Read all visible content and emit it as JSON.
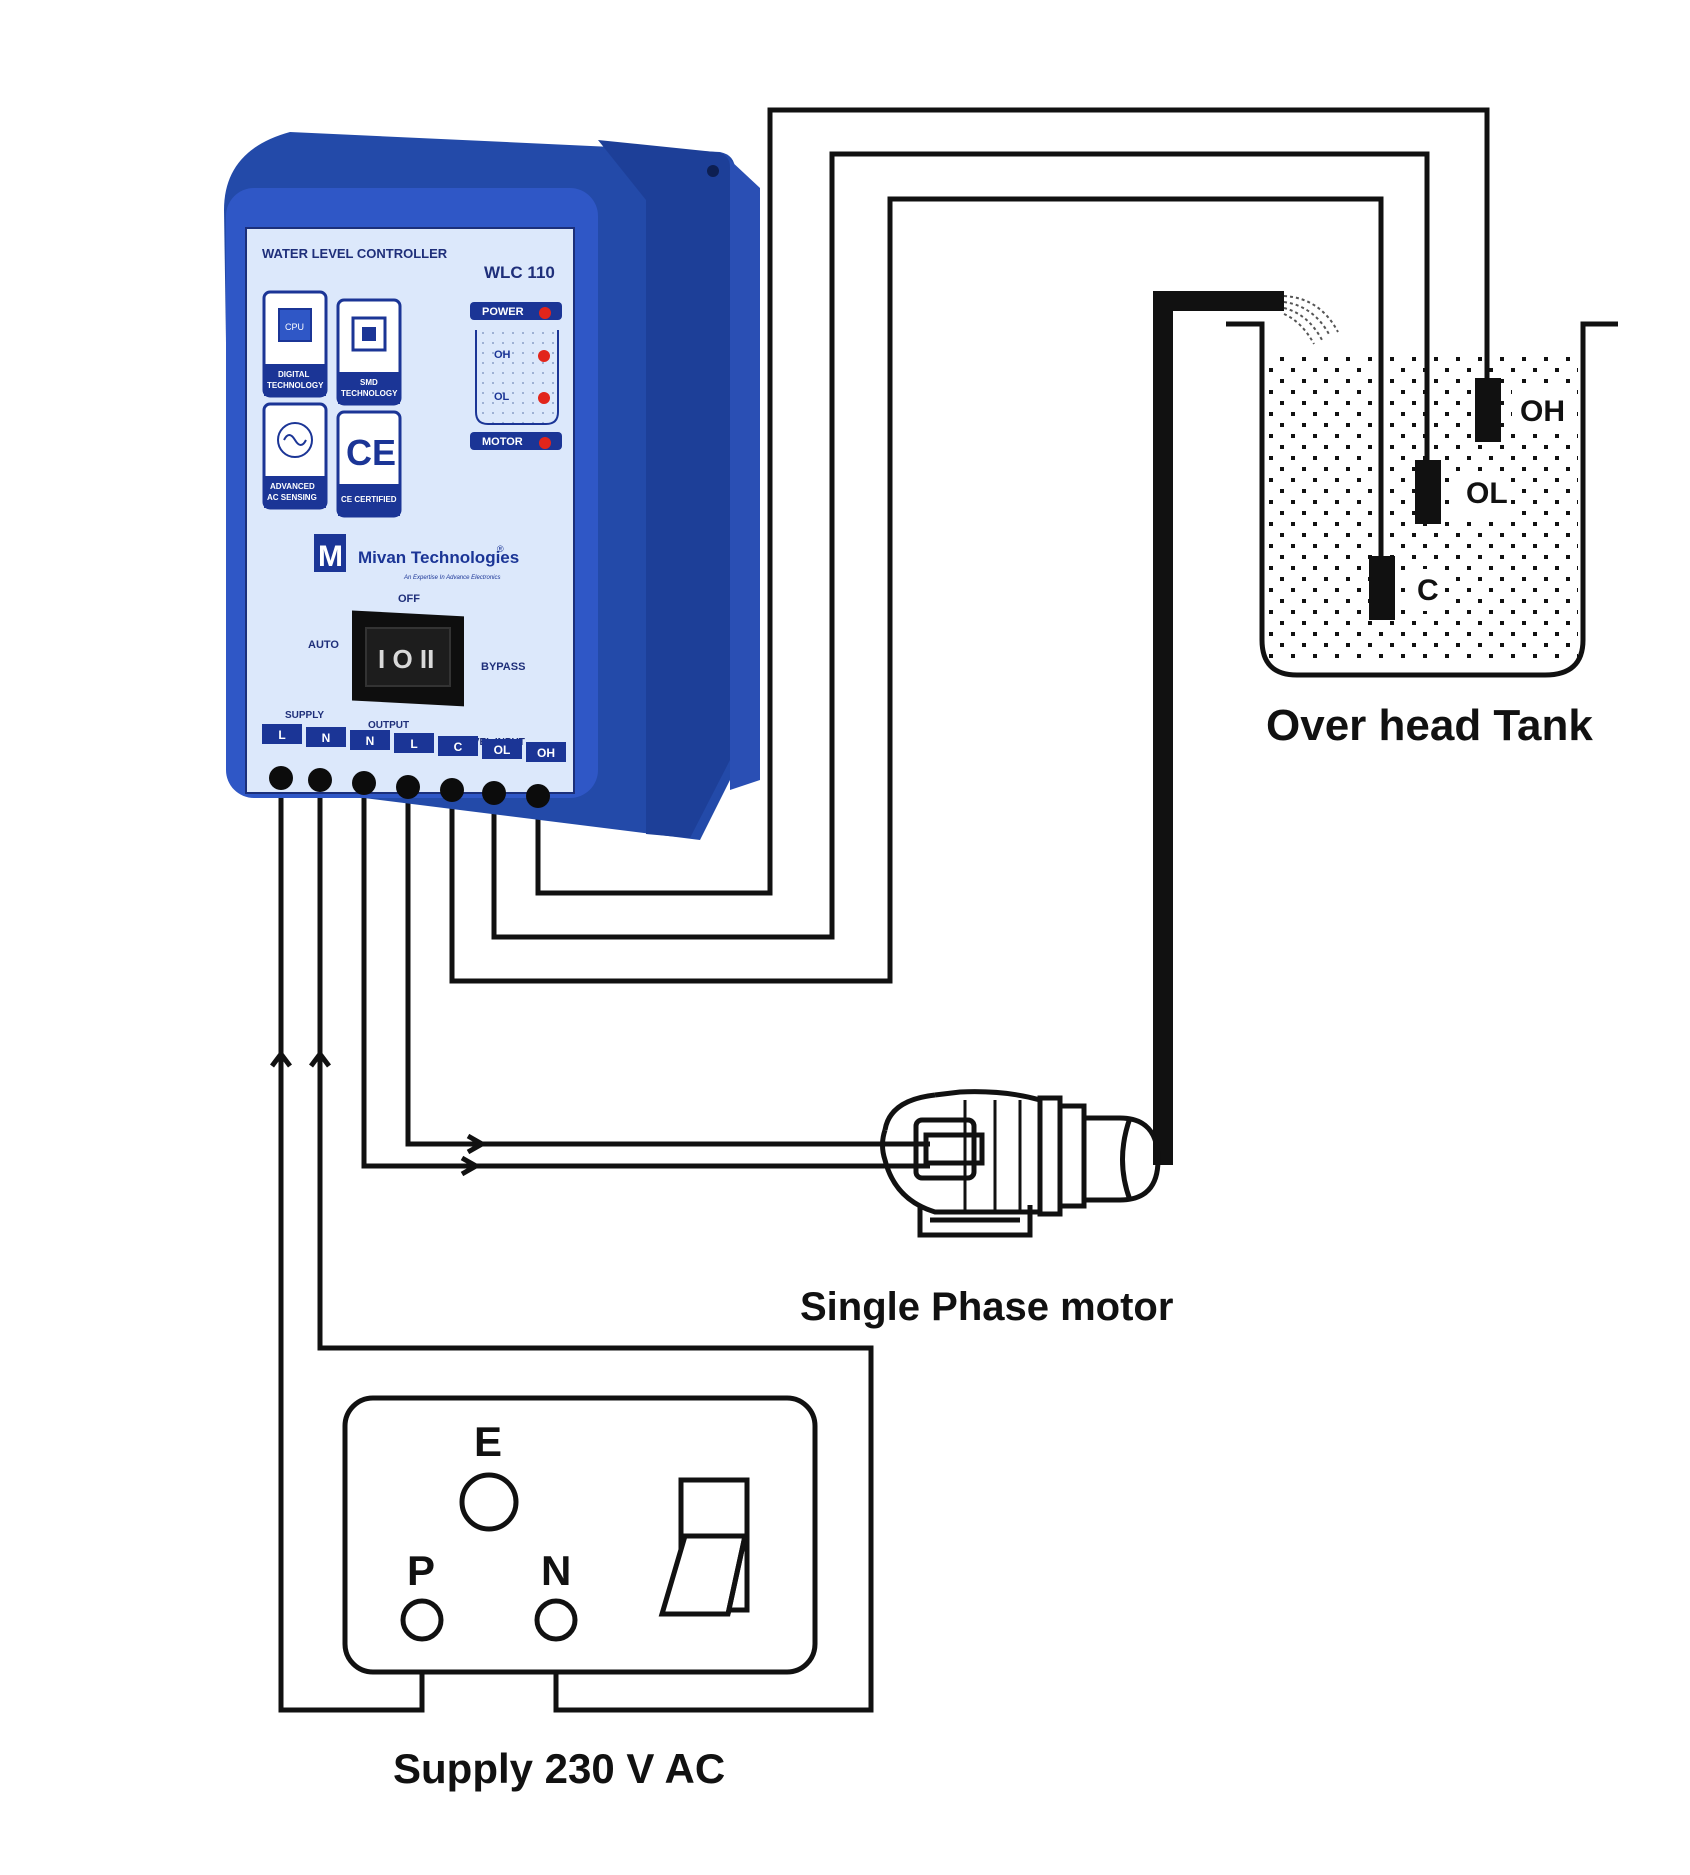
{
  "controller": {
    "title": "WATER LEVEL CONTROLLER",
    "model": "WLC 110",
    "badges": {
      "cpu_chip_text": "CPU",
      "digital": [
        "DIGITAL",
        "TECHNOLOGY"
      ],
      "smd": [
        "SMD",
        "TECHNOLOGY"
      ],
      "ac": [
        "ADVANCED",
        "AC SENSING"
      ],
      "ce": "CE CERTIFIED",
      "ce_mark": "CE"
    },
    "indicators": {
      "power": "POWER",
      "oh": "OH",
      "ol": "OL",
      "motor": "MOTOR"
    },
    "brand": {
      "name": "Mivan Technologies",
      "registered": "®",
      "tagline": "An Expertise In Advance Electronics",
      "logo_letter": "M"
    },
    "switch": {
      "off": "OFF",
      "auto": "AUTO",
      "bypass": "BYPASS",
      "symbols": "I O II"
    },
    "groups": {
      "supply": "SUPPLY",
      "output": "OUTPUT",
      "level_input": "LEVEL INPUT"
    },
    "terminals": [
      "L",
      "N",
      "N",
      "L",
      "C",
      "OL",
      "OH"
    ],
    "colors": {
      "body": "#2f57c6",
      "label_panel": "#dce8fb",
      "led": "#e2251b",
      "label_bar": "#1b3596"
    }
  },
  "tank": {
    "label": "Over head Tank",
    "probes": [
      "OH",
      "OL",
      "C"
    ]
  },
  "motor": {
    "label": "Single Phase motor"
  },
  "socket": {
    "earth": "E",
    "phase": "P",
    "neutral": "N",
    "label": "Supply 230 V AC"
  }
}
